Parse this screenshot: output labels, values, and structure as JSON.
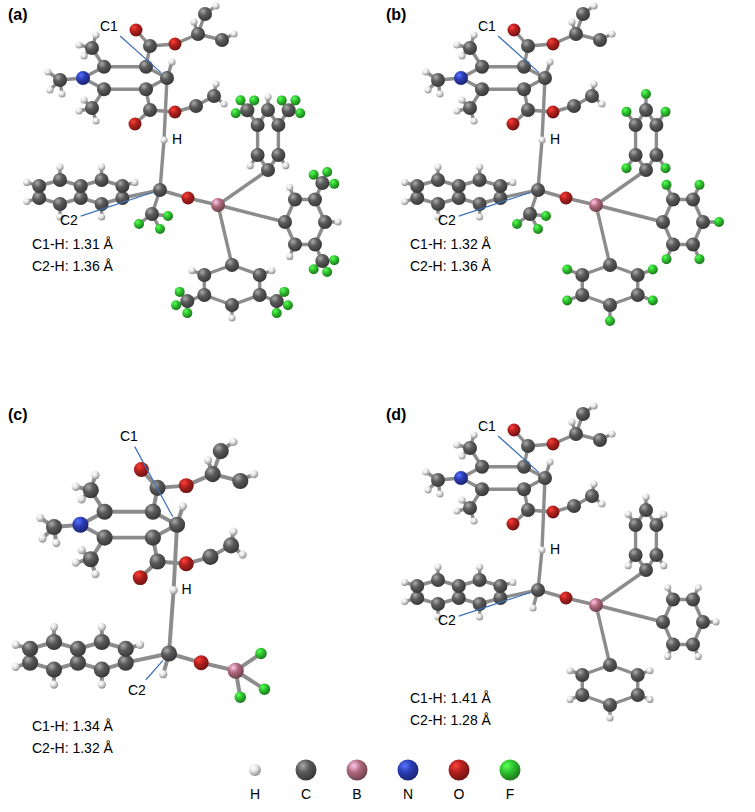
{
  "diagram": {
    "labels": [
      "(a)",
      "C1",
      "H",
      "C2",
      "C1-H: 1.31 Å",
      "C2-H: 1.36 Å",
      "(b)",
      "C1",
      "H",
      "C2",
      "C1-H: 1.32 Å",
      "C2-H: 1.36 Å",
      "(c)",
      "C1",
      "H",
      "C2",
      "C1-H: 1.34 Å",
      "C2-H: 1.32 Å",
      "(d)",
      "C1",
      "H",
      "C2",
      "C1-H: 1.41 Å",
      "C2-H: 1.28 Å"
    ],
    "legend": [
      {
        "text": "H",
        "color": "#e6e6e6"
      },
      {
        "text": "C",
        "color": "#5a5a5a"
      },
      {
        "text": "B",
        "color": "#b06a7e"
      },
      {
        "text": "N",
        "color": "#2c3db5"
      },
      {
        "text": "O",
        "color": "#b3211e"
      },
      {
        "text": "F",
        "color": "#2fc42f"
      }
    ]
  }
}
